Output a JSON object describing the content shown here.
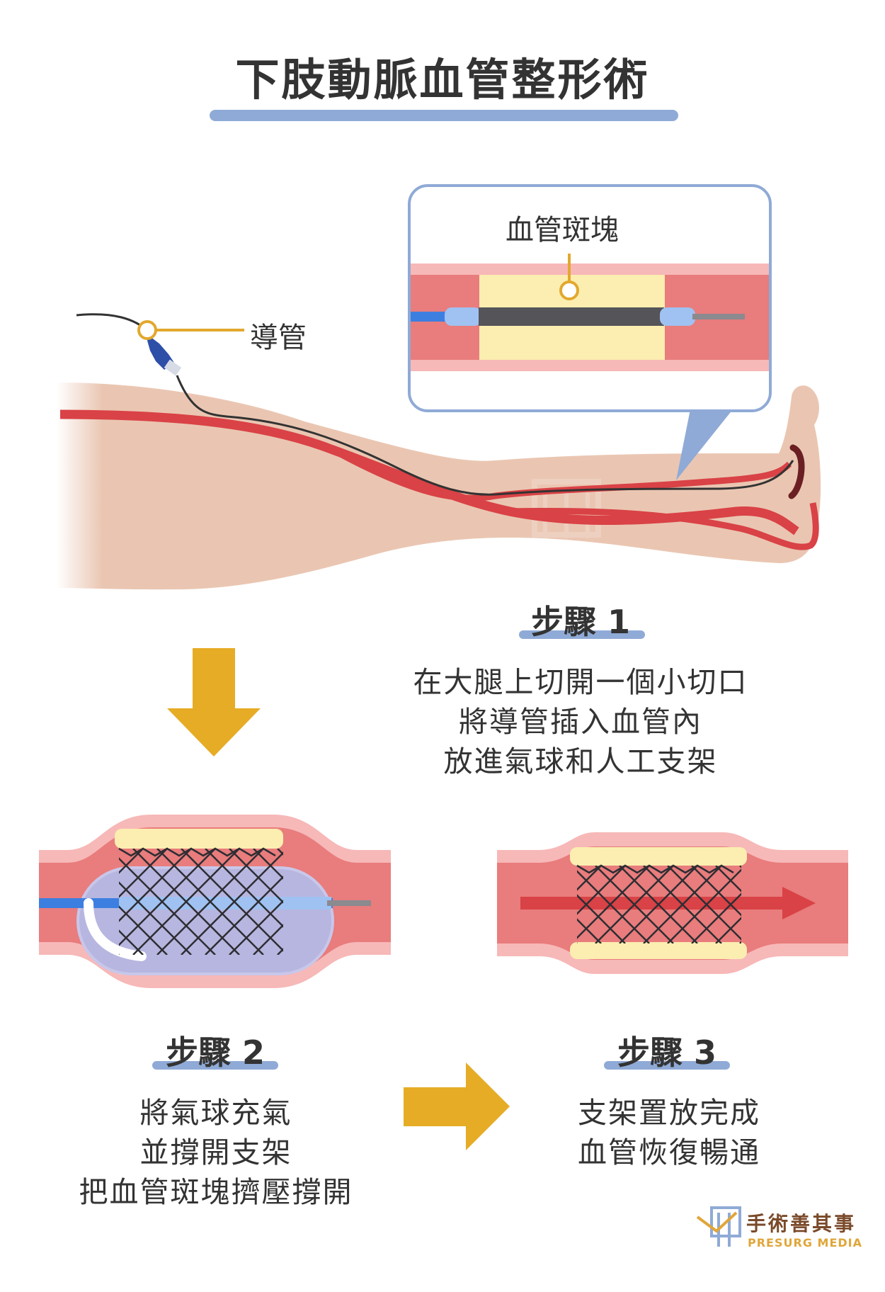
{
  "title": "下肢動脈血管整形術",
  "labels": {
    "catheter": "導管",
    "plaque": "血管斑塊"
  },
  "steps": [
    {
      "heading": "步驟 1",
      "lines": [
        "在大腿上切開一個小切口",
        "將導管插入血管內",
        "放進氣球和人工支架"
      ]
    },
    {
      "heading": "步驟 2",
      "lines": [
        "將氣球充氣",
        "並撐開支架",
        "把血管斑塊擠壓撐開"
      ]
    },
    {
      "heading": "步驟 3",
      "lines": [
        "支架置放完成",
        "血管恢復暢通"
      ]
    }
  ],
  "brand": {
    "name_zh": "手術善其事",
    "name_en": "PRESURG MEDIA"
  },
  "colors": {
    "accent_blue": "#8faad6",
    "arrow_gold": "#e6ac26",
    "vessel_wall": "#f7b8b8",
    "vessel_lumen": "#e97c7c",
    "plaque": "#fbeeb0",
    "skin": "#eac6b2",
    "artery": "#d94246"
  }
}
